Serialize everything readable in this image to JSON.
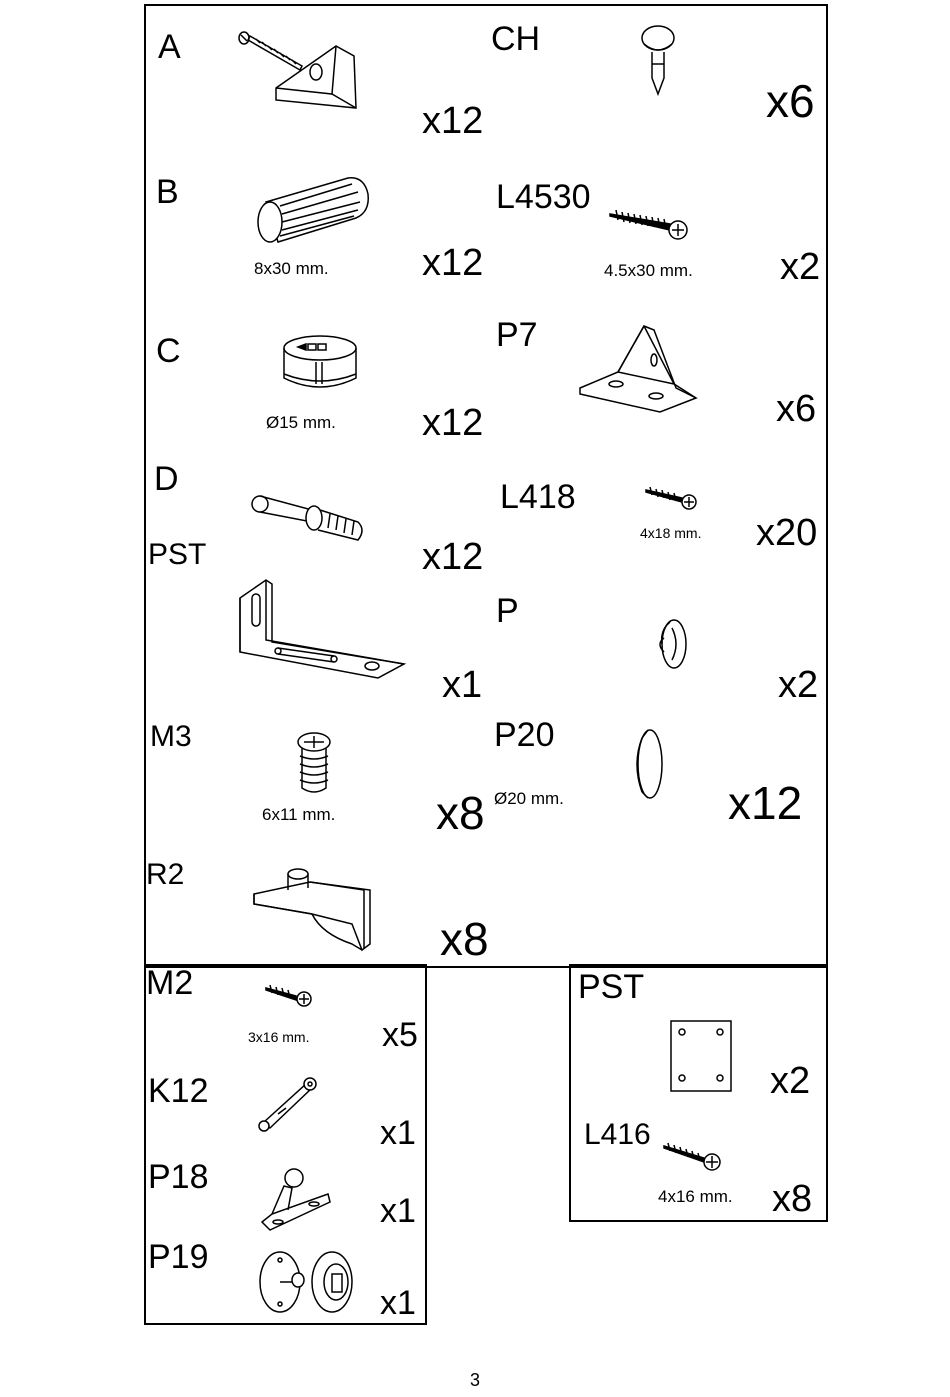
{
  "parts": [
    {
      "code": "A",
      "qty": "x12",
      "icon": "screw-with-angle-block-icon"
    },
    {
      "code": "CH",
      "qty": "x6",
      "icon": "pin-nail-icon"
    },
    {
      "code": "B",
      "dim": "8x30 mm.",
      "qty": "x12",
      "icon": "wooden-dowel-icon"
    },
    {
      "code": "L4530",
      "dim": "4.5x30 mm.",
      "qty": "x2",
      "icon": "long-screw-icon"
    },
    {
      "code": "C",
      "dim": "Ø15 mm.",
      "qty": "x12",
      "icon": "cam-lock-icon"
    },
    {
      "code": "P7",
      "qty": "x6",
      "icon": "angle-bracket-icon"
    },
    {
      "code": "D",
      "qty": "x12",
      "icon": "cam-bolt-icon"
    },
    {
      "code": "L418",
      "dim": "4x18 mm.",
      "qty": "x20",
      "icon": "screw-icon"
    },
    {
      "code": "PST",
      "qty": "x1",
      "icon": "l-bracket-icon"
    },
    {
      "code": "P",
      "qty": "x2",
      "icon": "cap-icon"
    },
    {
      "code": "M3",
      "dim": "6x11 mm.",
      "qty": "x8",
      "icon": "euro-screw-icon"
    },
    {
      "code": "P20",
      "dim": "Ø20 mm.",
      "qty": "x12",
      "icon": "felt-pad-icon"
    },
    {
      "code": "R2",
      "qty": "x8",
      "icon": "shelf-support-icon"
    }
  ],
  "left_box": [
    {
      "code": "M2",
      "dim": "3x16 mm.",
      "qty": "x5",
      "icon": "small-screw-icon"
    },
    {
      "code": "K12",
      "qty": "x1",
      "icon": "door-stay-icon"
    },
    {
      "code": "P18",
      "qty": "x1",
      "icon": "magnet-catch-bracket-icon"
    },
    {
      "code": "P19",
      "qty": "x1",
      "icon": "magnet-catch-plates-icon"
    }
  ],
  "right_box": [
    {
      "code": "PST",
      "qty": "x2",
      "icon": "mounting-plate-icon"
    },
    {
      "code": "L416",
      "dim": "4x16 mm.",
      "qty": "x8",
      "icon": "screw-icon"
    }
  ],
  "page_number": "3"
}
